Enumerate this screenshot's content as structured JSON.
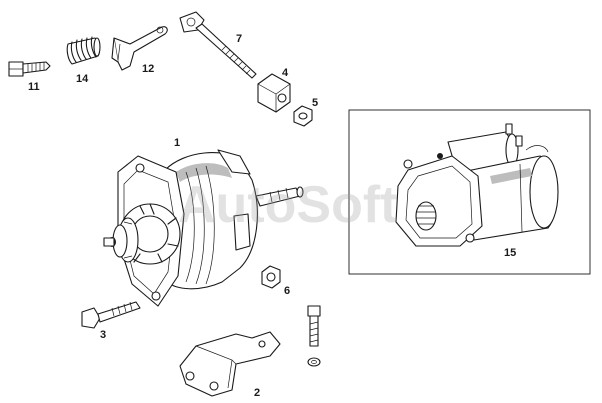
{
  "diagram": {
    "watermark": "AutoSoft",
    "callouts": {
      "alternator": "1",
      "mounting_bracket": "2",
      "alternator_bolt": "3",
      "tension_block": "4",
      "nut_small": "5",
      "nut_alternator": "6",
      "adjusting_bolt": "7",
      "bolt_short": "11",
      "tension_strap": "12",
      "spring": "14",
      "starter_motor": "15"
    }
  }
}
